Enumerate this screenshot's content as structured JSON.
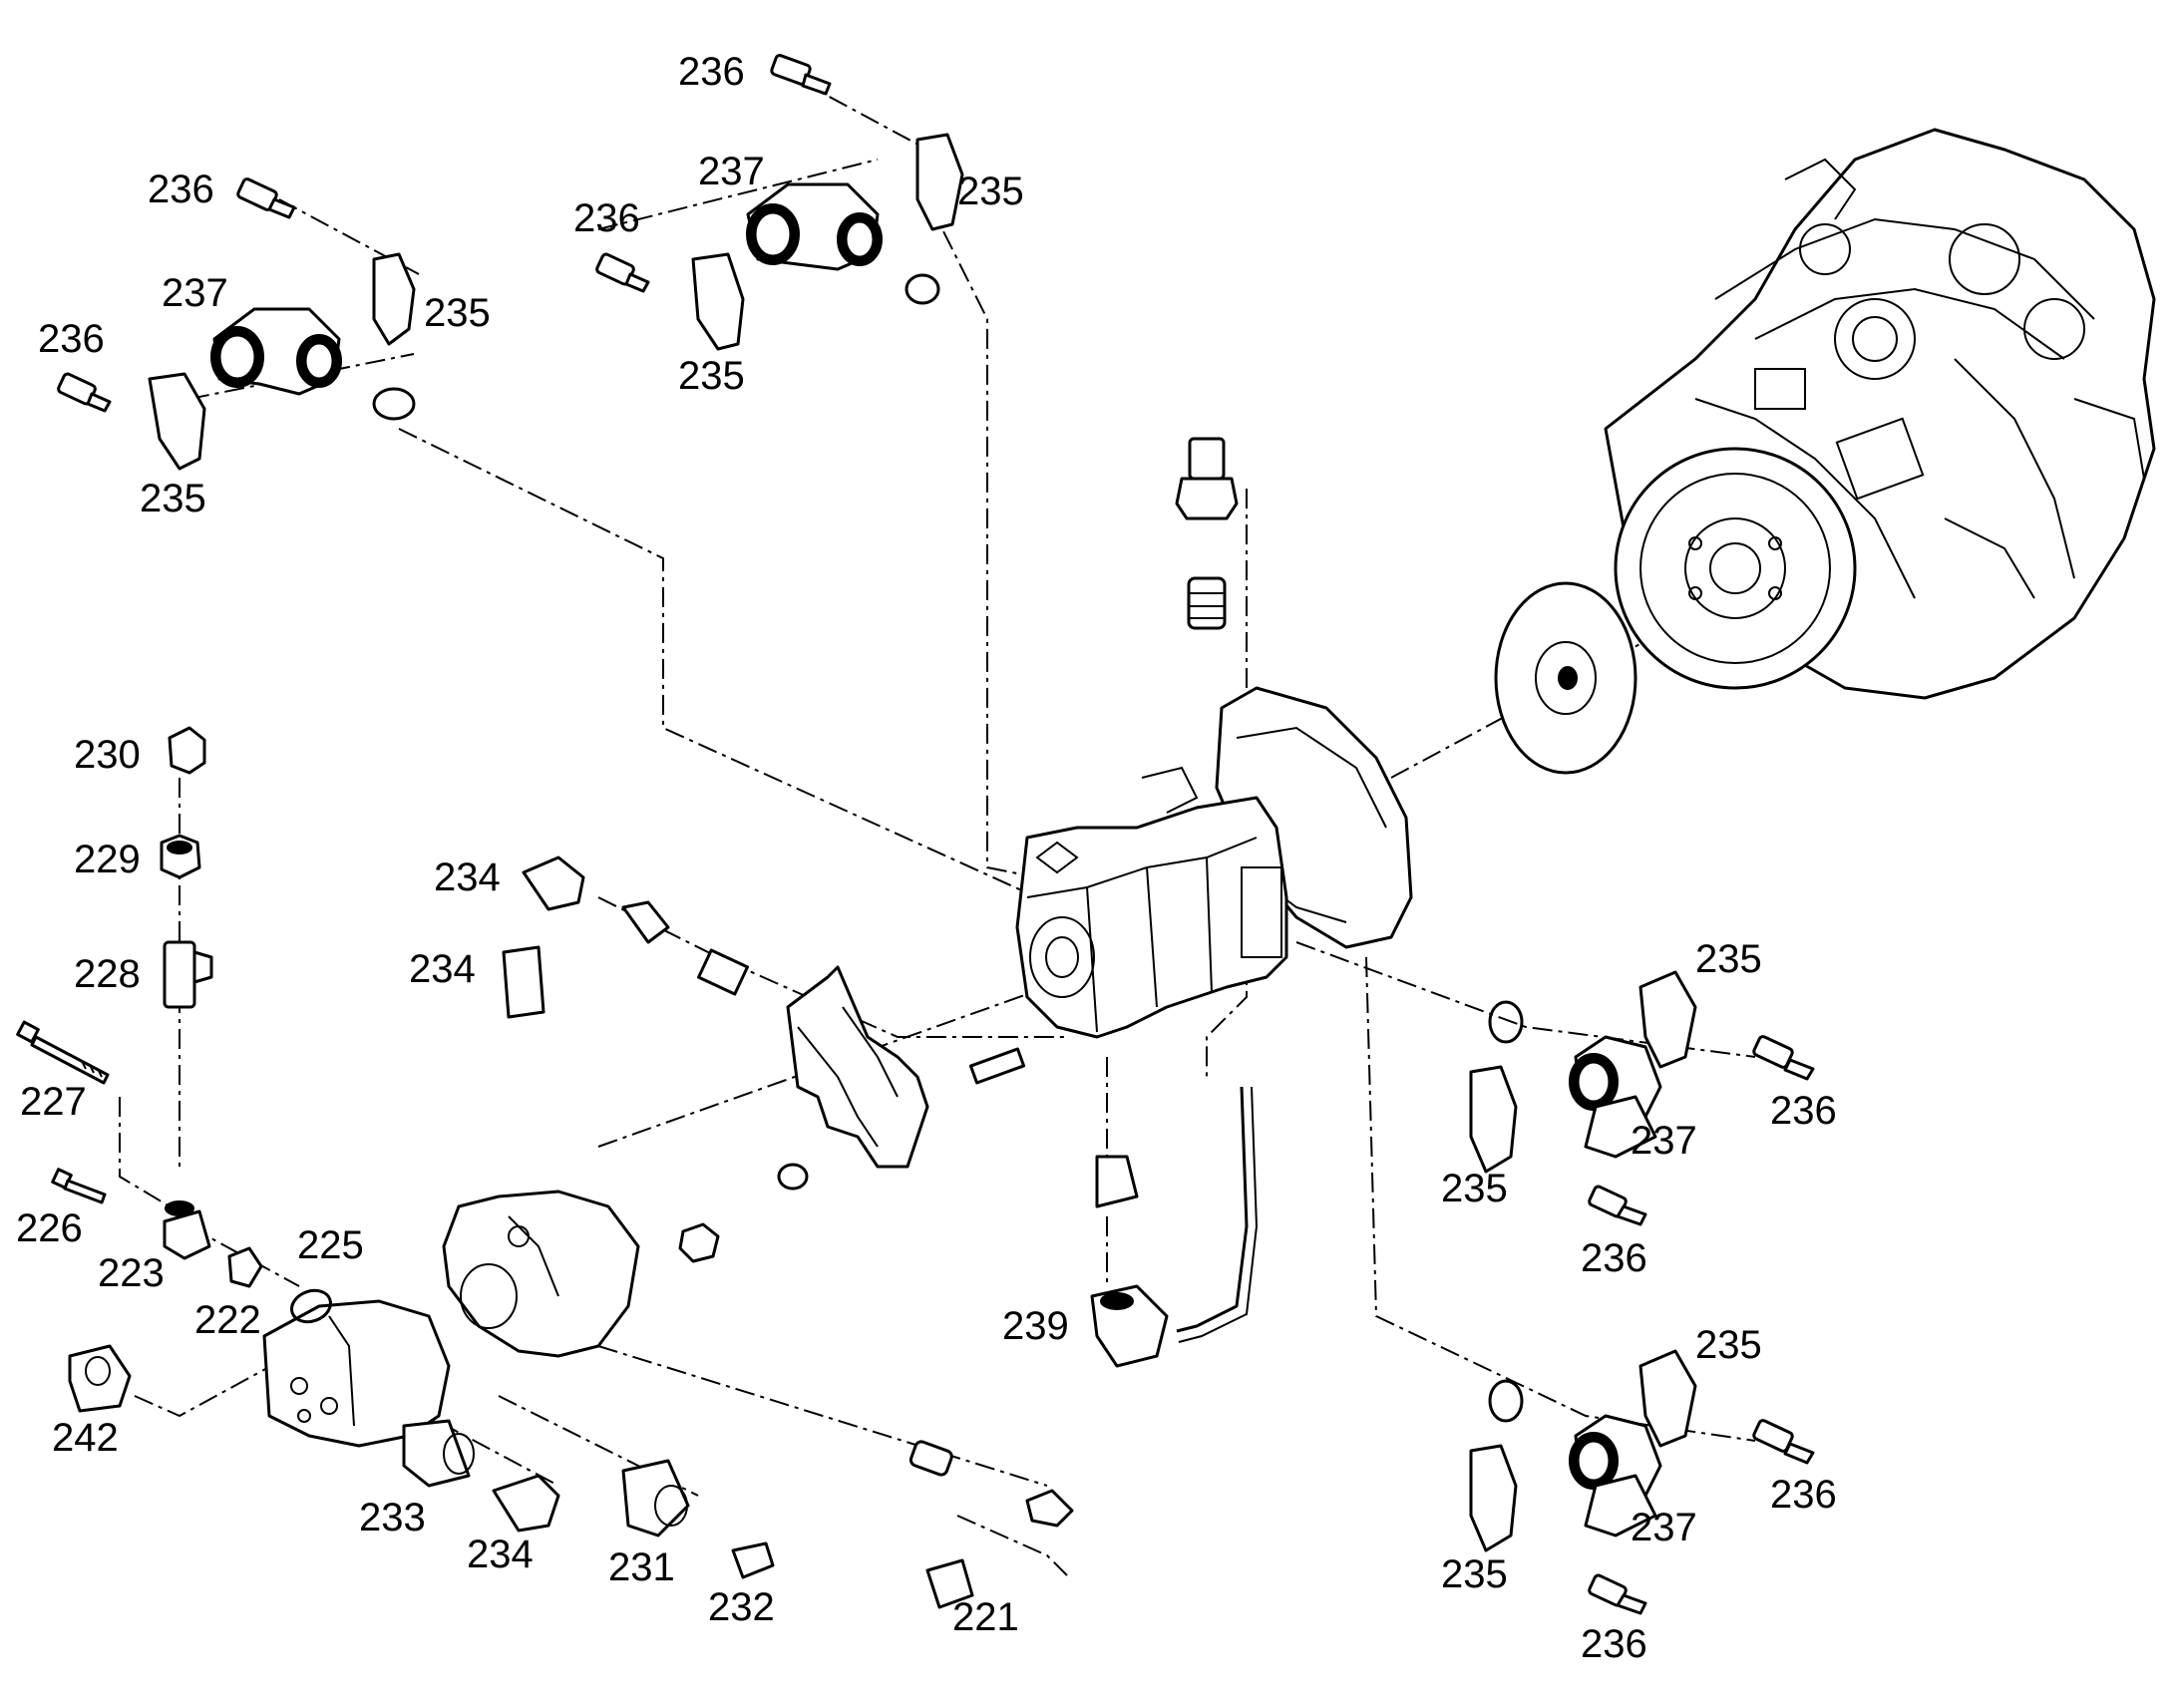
{
  "callouts": [
    "236",
    "237",
    "235",
    "236",
    "236",
    "237",
    "235",
    "236",
    "235",
    "235",
    "230",
    "229",
    "228",
    "227",
    "226",
    "223",
    "222",
    "225",
    "242",
    "233",
    "234",
    "231",
    "232",
    "221",
    "234",
    "234",
    "239",
    "235",
    "237",
    "236",
    "235",
    "236",
    "235",
    "237",
    "236",
    "235",
    "236"
  ]
}
